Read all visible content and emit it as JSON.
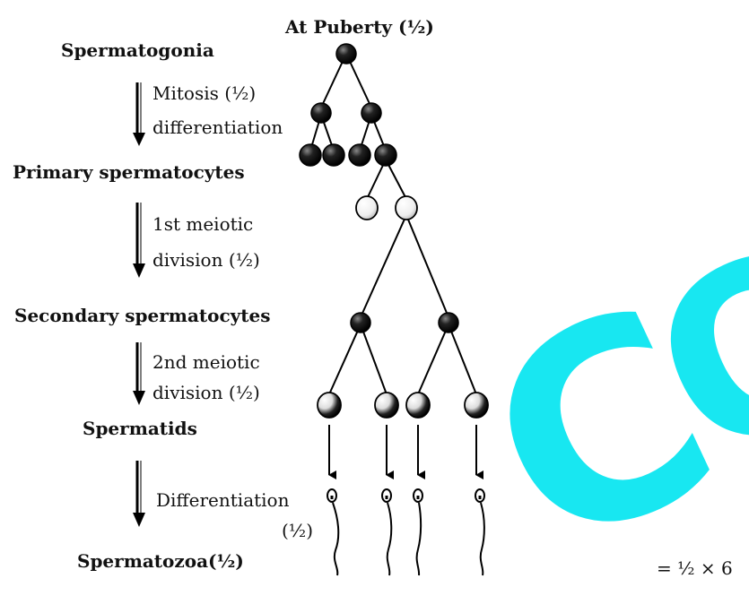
{
  "watermark": {
    "letters": [
      "C",
      "O"
    ],
    "color": "#00e5f0"
  },
  "labels": {
    "puberty": "At Puberty (½)",
    "spermatogonia": "Spermatogonia",
    "mitosis": "Mitosis   (½)",
    "differentiation1": "differentiation",
    "primary": "Primary spermatocytes",
    "meiosis1_a": "1st meiotic",
    "meiosis1_b": "division (½)",
    "secondary": "Secondary spermatocytes",
    "meiosis2_a": "2nd meiotic",
    "meiosis2_b": "division (½)",
    "spermatids": "Spermatids",
    "differentiation2": "Differentiation",
    "half": "(½)",
    "spermatozoa": "Spermatozoa(½)",
    "total": "= ½ × 6"
  }
}
